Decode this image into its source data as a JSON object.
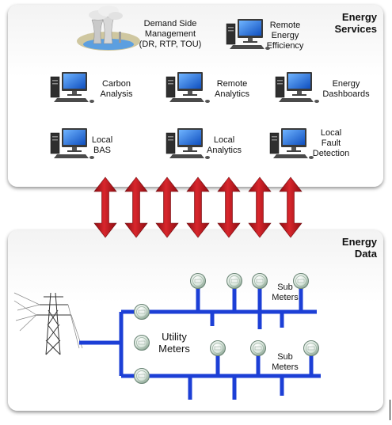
{
  "services": {
    "title": "Energy\nServices",
    "items": [
      {
        "label": "Demand Side\nManagement\n(DR, RTP, TOU)",
        "icon": "power-plant-icon"
      },
      {
        "label": "Remote\nEnergy\nEfficiency",
        "icon": "computer-icon"
      },
      {
        "label": "Carbon\nAnalysis",
        "icon": "computer-icon"
      },
      {
        "label": "Remote\nAnalytics",
        "icon": "computer-icon"
      },
      {
        "label": "Energy\nDashboards",
        "icon": "computer-icon"
      },
      {
        "label": "Local\nBAS",
        "icon": "computer-icon"
      },
      {
        "label": "Local\nAnalytics",
        "icon": "computer-icon"
      },
      {
        "label": "Local\nFault\nDetection",
        "icon": "computer-icon"
      }
    ]
  },
  "arrows": {
    "count": 7,
    "color": "#c0161c"
  },
  "data": {
    "title": "Energy\nData",
    "utility_label": "Utility\nMeters",
    "sub_label_1": "Sub\nMeters",
    "sub_label_2": "Sub\nMeters",
    "bus_color": "#1c3fd6"
  }
}
